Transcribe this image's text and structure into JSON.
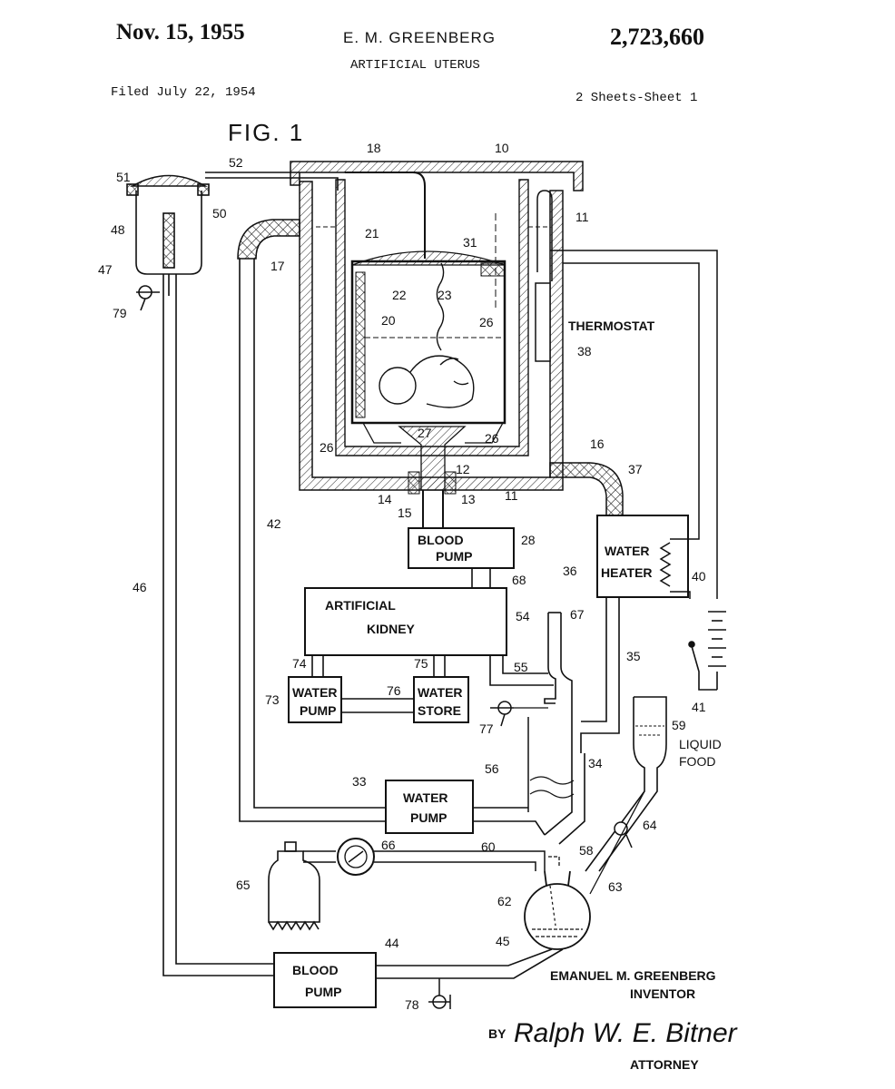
{
  "header": {
    "date": "Nov. 15, 1955",
    "inventor_top": "E. M. GREENBERG",
    "patent_number": "2,723,660",
    "title": "ARTIFICIAL UTERUS",
    "filed": "Filed July 22, 1954",
    "sheets": "2 Sheets-Sheet 1"
  },
  "figure_label": "FIG. 1",
  "components": {
    "blood_pump_28": [
      "BLOOD",
      "PUMP"
    ],
    "artificial_kidney": [
      "ARTIFICIAL",
      "KIDNEY"
    ],
    "water_heater": [
      "WATER",
      "HEATER"
    ],
    "water_pump_73": [
      "WATER",
      "PUMP"
    ],
    "water_store": [
      "WATER",
      "STORE"
    ],
    "water_pump_33": [
      "WATER",
      "PUMP"
    ],
    "blood_pump_44": [
      "BLOOD",
      "PUMP"
    ],
    "thermostat": "THERMOSTAT",
    "liquid_food": [
      "LIQUID",
      "FOOD"
    ]
  },
  "ref_numerals": {
    "n10": "10",
    "n11": "11",
    "n11b": "11",
    "n12": "12",
    "n13": "13",
    "n14": "14",
    "n15": "15",
    "n16": "16",
    "n17": "17",
    "n18": "18",
    "n20": "20",
    "n21": "21",
    "n22": "22",
    "n23": "23",
    "n26a": "26",
    "n26b": "26",
    "n26c": "26",
    "n27": "27",
    "n28": "28",
    "n31": "31",
    "n33": "33",
    "n34": "34",
    "n35": "35",
    "n36": "36",
    "n37": "37",
    "n38": "38",
    "n40": "40",
    "n41": "41",
    "n42": "42",
    "n44": "44",
    "n45": "45",
    "n46": "46",
    "n47": "47",
    "n48": "48",
    "n50": "50",
    "n51": "51",
    "n52": "52",
    "n54": "54",
    "n55": "55",
    "n56": "56",
    "n58": "58",
    "n59": "59",
    "n60": "60",
    "n62": "62",
    "n63": "63",
    "n64": "64",
    "n65": "65",
    "n66": "66",
    "n67": "67",
    "n68": "68",
    "n73": "73",
    "n74": "74",
    "n75": "75",
    "n76": "76",
    "n77": "77",
    "n78": "78",
    "n79": "79"
  },
  "footer": {
    "inventor_name": "EMANUEL M. GREENBERG",
    "inventor_role": "INVENTOR",
    "by": "BY",
    "signature": "Ralph W. E. Bitner",
    "attorney": "ATTORNEY"
  }
}
